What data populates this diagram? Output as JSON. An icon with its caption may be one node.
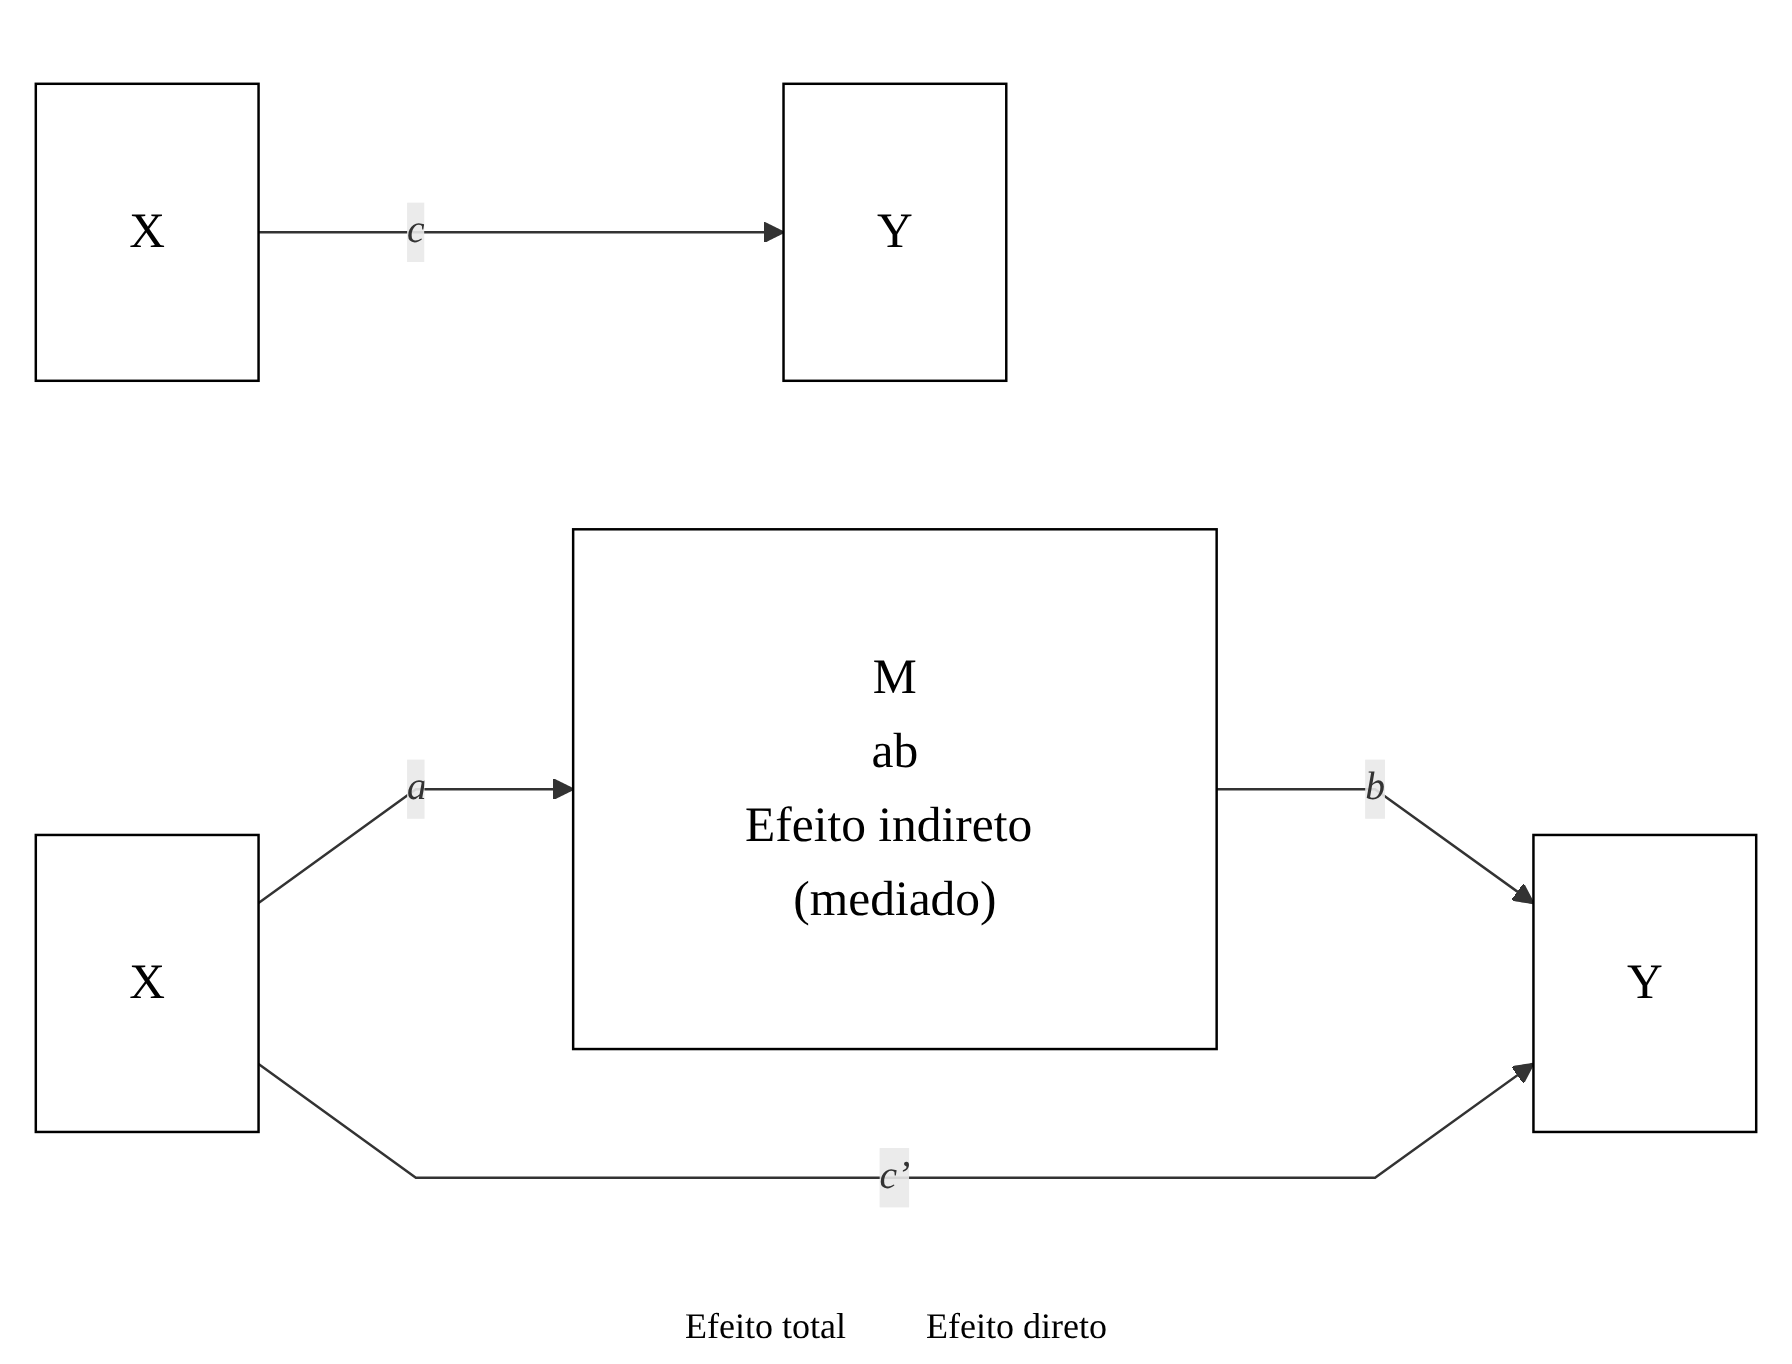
{
  "diagram": {
    "nodes": [
      {
        "text": [
          "X"
        ]
      },
      {
        "text": [
          "Y"
        ]
      },
      {
        "text": [
          "M",
          "ab",
          "Efeito indireto (mediado)"
        ]
      },
      {
        "text": [
          "X"
        ]
      },
      {
        "text": [
          "Y"
        ]
      }
    ],
    "edges": [
      {
        "from": 0,
        "to": 1,
        "arrow": "to",
        "label": "c"
      },
      {
        "from": 3,
        "to": 2,
        "arrow": "to",
        "label": "a"
      },
      {
        "from": 2,
        "to": 4,
        "arrow": "to",
        "label": "b"
      },
      {
        "from": 3,
        "to": 4,
        "arrow": "to",
        "label": "c’"
      }
    ],
    "labels": [
      "Efeito total",
      "Efeito direto"
    ]
  }
}
